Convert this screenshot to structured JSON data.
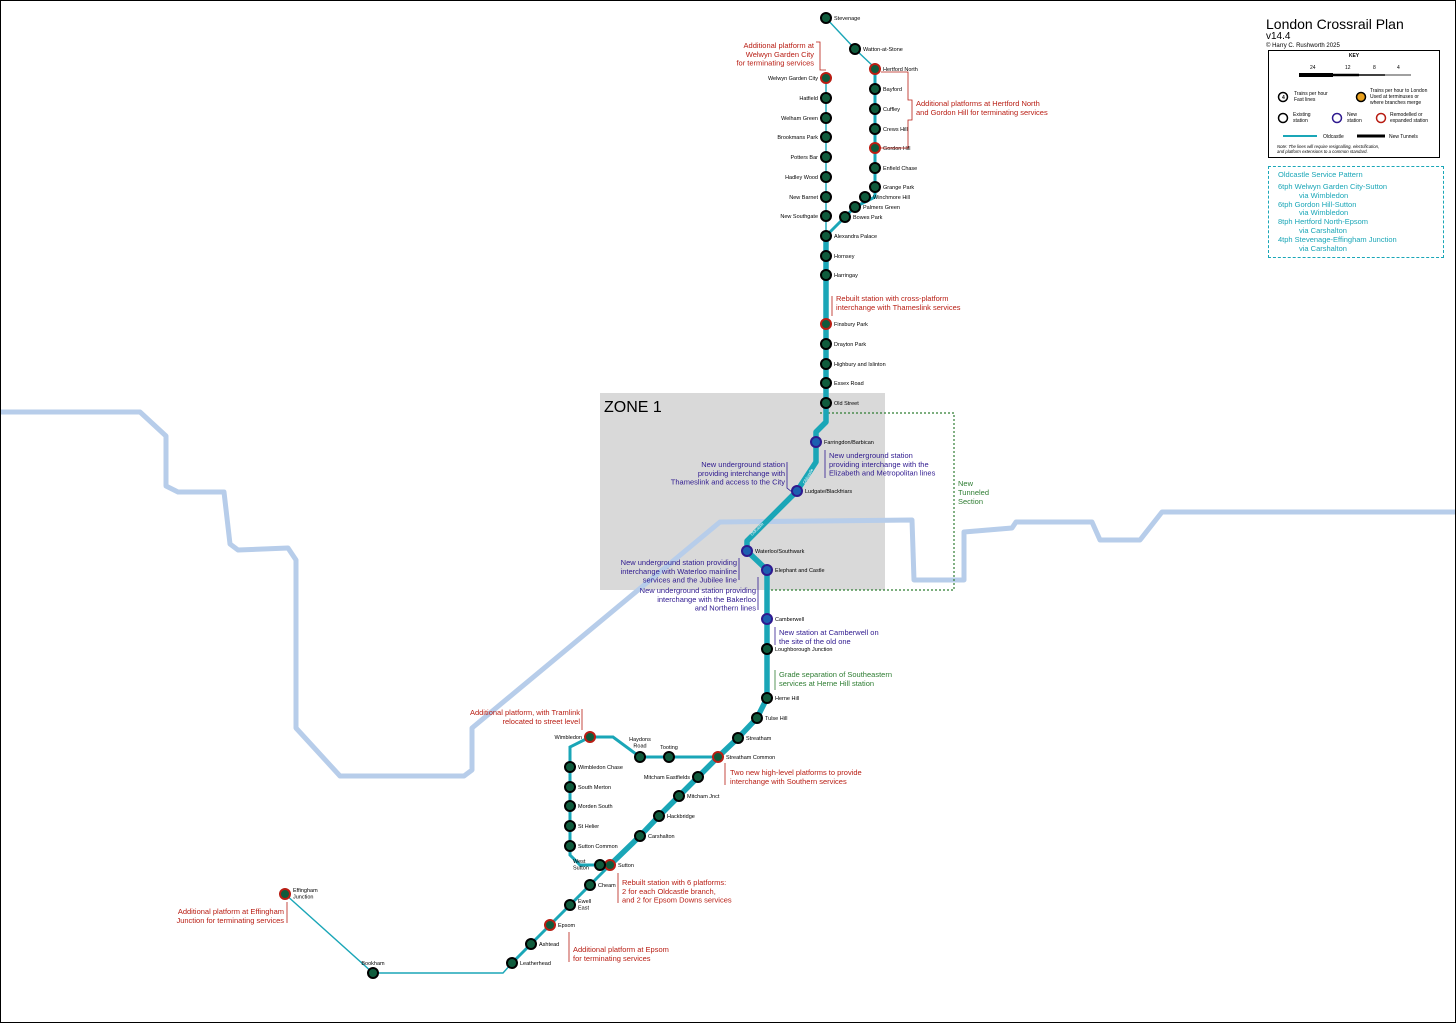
{
  "title": "London Crossrail Plan",
  "version": "v14.4",
  "credit": "© Harry C. Rushworth 2025",
  "colors": {
    "oldcastle": "#1aa6b7",
    "river": "#b7cdea",
    "zone": "#d9d9d9",
    "annotation_red": "#b81d13",
    "annotation_blue": "#2f1a8f",
    "annotation_green": "#2e7d32",
    "station_fill": "#0f5b3c",
    "new_station_fill": "#1c5fb0"
  },
  "zone_label": "ZONE 1",
  "tunnel_label": "New Tunneled Section",
  "key": {
    "heading": "KEY",
    "scale_labels": [
      "24",
      "12",
      "8",
      "4"
    ],
    "items": [
      {
        "label": "Trains per hour Fast lines",
        "icon": "station-fast-icon"
      },
      {
        "label": "Trains per hour to London Used at terminuses or where branches merge",
        "icon": "station-orange-icon"
      },
      {
        "label": "Existing station",
        "icon": "existing-station-icon"
      },
      {
        "label": "New station",
        "icon": "new-station-icon"
      },
      {
        "label": "Remodelled or expanded station",
        "icon": "remodelled-station-icon"
      },
      {
        "label": "Oldcastle",
        "icon": "oldcastle-line-icon"
      },
      {
        "label": "New Tunnels",
        "icon": "new-tunnels-icon"
      }
    ],
    "note": "Note: The lines will require resignalling, electrification, and platform extensions to a common standard."
  },
  "service_pattern": {
    "title": "Oldcastle Service Pattern",
    "lines": [
      {
        "text": "6tph Welwyn Garden City-Sutton",
        "indent": false
      },
      {
        "text": "via Wimbledon",
        "indent": true
      },
      {
        "text": "6tph Gordon Hill-Sutton",
        "indent": false
      },
      {
        "text": "via Wimbledon",
        "indent": true
      },
      {
        "text": "8tph Hertford North-Epsom",
        "indent": false
      },
      {
        "text": "via Carshalton",
        "indent": true
      },
      {
        "text": "4tph Stevenage-Effingham Junction",
        "indent": false
      },
      {
        "text": "via Carshalton",
        "indent": true
      }
    ]
  },
  "stations": [
    {
      "name": "Stevenage",
      "type": "existing"
    },
    {
      "name": "Watton-at-Stone",
      "type": "existing"
    },
    {
      "name": "Hertford North",
      "type": "remodelled"
    },
    {
      "name": "Bayford",
      "type": "existing"
    },
    {
      "name": "Cuffley",
      "type": "existing"
    },
    {
      "name": "Crews Hill",
      "type": "existing"
    },
    {
      "name": "Gordon Hill",
      "type": "remodelled"
    },
    {
      "name": "Enfield Chase",
      "type": "existing"
    },
    {
      "name": "Grange Park",
      "type": "existing"
    },
    {
      "name": "Winchmore Hill",
      "type": "existing"
    },
    {
      "name": "Palmers Green",
      "type": "existing"
    },
    {
      "name": "Bowes Park",
      "type": "existing"
    },
    {
      "name": "Welwyn Garden City",
      "type": "remodelled"
    },
    {
      "name": "Hatfield",
      "type": "existing"
    },
    {
      "name": "Welham Green",
      "type": "existing"
    },
    {
      "name": "Brookmans Park",
      "type": "existing"
    },
    {
      "name": "Potters Bar",
      "type": "existing"
    },
    {
      "name": "Hadley Wood",
      "type": "existing"
    },
    {
      "name": "New Barnet",
      "type": "existing"
    },
    {
      "name": "New Southgate",
      "type": "existing"
    },
    {
      "name": "Alexandra Palace",
      "type": "existing"
    },
    {
      "name": "Hornsey",
      "type": "existing"
    },
    {
      "name": "Harringay",
      "type": "existing"
    },
    {
      "name": "Finsbury Park",
      "type": "remodelled"
    },
    {
      "name": "Drayton Park",
      "type": "existing"
    },
    {
      "name": "Highbury and Islinton",
      "type": "existing"
    },
    {
      "name": "Essex Road",
      "type": "existing"
    },
    {
      "name": "Old Street",
      "type": "existing"
    },
    {
      "name": "Farringdon/Barbican",
      "type": "new"
    },
    {
      "name": "Ludgate/Blackfriars",
      "type": "new"
    },
    {
      "name": "Waterloo/Southwark",
      "type": "new"
    },
    {
      "name": "Elephant and Castle",
      "type": "new"
    },
    {
      "name": "Camberwell",
      "type": "new"
    },
    {
      "name": "Loughborough Junction",
      "type": "existing"
    },
    {
      "name": "Herne Hill",
      "type": "existing"
    },
    {
      "name": "Tulse Hill",
      "type": "existing"
    },
    {
      "name": "Streatham",
      "type": "existing"
    },
    {
      "name": "Streatham Common",
      "type": "remodelled"
    },
    {
      "name": "Mitcham Eastfields",
      "type": "existing"
    },
    {
      "name": "Mitcham Jnct",
      "type": "existing"
    },
    {
      "name": "Hackbridge",
      "type": "existing"
    },
    {
      "name": "Carshalton",
      "type": "existing"
    },
    {
      "name": "Sutton",
      "type": "remodelled"
    },
    {
      "name": "Cheam",
      "type": "existing"
    },
    {
      "name": "Ewell East",
      "type": "existing"
    },
    {
      "name": "Epsom",
      "type": "remodelled"
    },
    {
      "name": "Ashtead",
      "type": "existing"
    },
    {
      "name": "Leatherhead",
      "type": "existing"
    },
    {
      "name": "Bookham",
      "type": "existing"
    },
    {
      "name": "Effingham Junction",
      "type": "remodelled"
    },
    {
      "name": "Wimbledon",
      "type": "remodelled"
    },
    {
      "name": "Haydons Road",
      "type": "existing"
    },
    {
      "name": "Tooting",
      "type": "existing"
    },
    {
      "name": "Wimbledon Chase",
      "type": "existing"
    },
    {
      "name": "South Merton",
      "type": "existing"
    },
    {
      "name": "Morden South",
      "type": "existing"
    },
    {
      "name": "St Helier",
      "type": "existing"
    },
    {
      "name": "Sutton Common",
      "type": "existing"
    },
    {
      "name": "West Sutton",
      "type": "existing"
    }
  ],
  "tunnel_labels": [
    "Oldcastle",
    "Oldcastle",
    "Oldcastle"
  ],
  "annotations": [
    {
      "text": "Additional platform at Welwyn Garden City for terminating services",
      "color": "red"
    },
    {
      "text": "Additional platforms at Hertford North and Gordon Hill for terminating services",
      "color": "red"
    },
    {
      "text": "Rebuilt station with cross-platform interchange with Thameslink services",
      "color": "red"
    },
    {
      "text": "New underground station providing interchange with the Elizabeth and Metropolitan lines",
      "color": "blue"
    },
    {
      "text": "New underground station providing interchange with Thameslink and access to the City",
      "color": "blue"
    },
    {
      "text": "New underground station providing interchange with Waterloo mainline services and the Jubilee line",
      "color": "blue"
    },
    {
      "text": "New underground station providing interchange with the Bakerloo and Northern lines",
      "color": "blue"
    },
    {
      "text": "New station at Camberwell on the site of the old one",
      "color": "blue"
    },
    {
      "text": "Grade separation of Southeastern services at Herne Hill station",
      "color": "green"
    },
    {
      "text": "Additional platform, with Tramlink relocated to street level",
      "color": "red"
    },
    {
      "text": "Two new high-level platforms to provide interchange with Southern services",
      "color": "red"
    },
    {
      "text": "Rebuilt station with 6 platforms: 2 for each Oldcastle branch, and 2 for Epsom Downs services",
      "color": "red"
    },
    {
      "text": "Additional platform at Effingham Junction for terminating services",
      "color": "red"
    },
    {
      "text": "Additional platform at Epsom for terminating services",
      "color": "red"
    }
  ]
}
